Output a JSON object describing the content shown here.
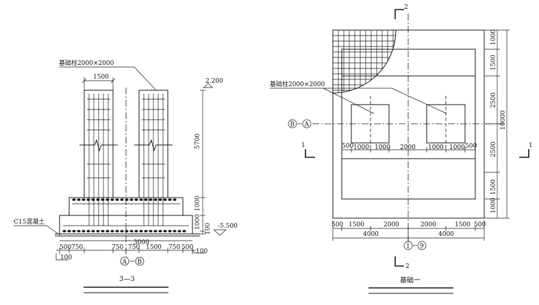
{
  "section_view": {
    "column_label": "基础柱2000×2000",
    "column_width": "1500",
    "top_elevation": "2.200",
    "bottom_elevation": "-5.500",
    "height_total": "5700",
    "height_step": "1000",
    "height_base": "1000",
    "height_base_small": "100",
    "concrete_label": "C15混凝土",
    "dims_bottom": [
      "500",
      "750",
      "750",
      "750",
      "1500",
      "750",
      "500"
    ],
    "dim_overall": "3000",
    "dim_100_left": "100",
    "dim_100_right": "100",
    "axis_a": "A",
    "axis_b": "B",
    "title": "3—3"
  },
  "plan_view": {
    "column_label": "基础柱2000×2000",
    "section_top": "2",
    "section_bottom": "2",
    "section_left": "1",
    "section_right": "1",
    "axis_b": "B",
    "axis_a": "A",
    "axis_1": "1",
    "axis_9": "9",
    "dims_inner": [
      "500",
      "1000",
      "1000",
      "2000",
      "1000",
      "1000",
      "500"
    ],
    "dims_right": [
      "1000",
      "1500",
      "2500",
      "2500",
      "1500",
      "1000"
    ],
    "dim_right_total": "10000",
    "dims_bottom_row": [
      "500",
      "1500",
      "2000",
      "2000",
      "1500",
      "500"
    ],
    "dims_bottom_total": [
      "4000",
      "4000"
    ],
    "title": "基础一"
  }
}
